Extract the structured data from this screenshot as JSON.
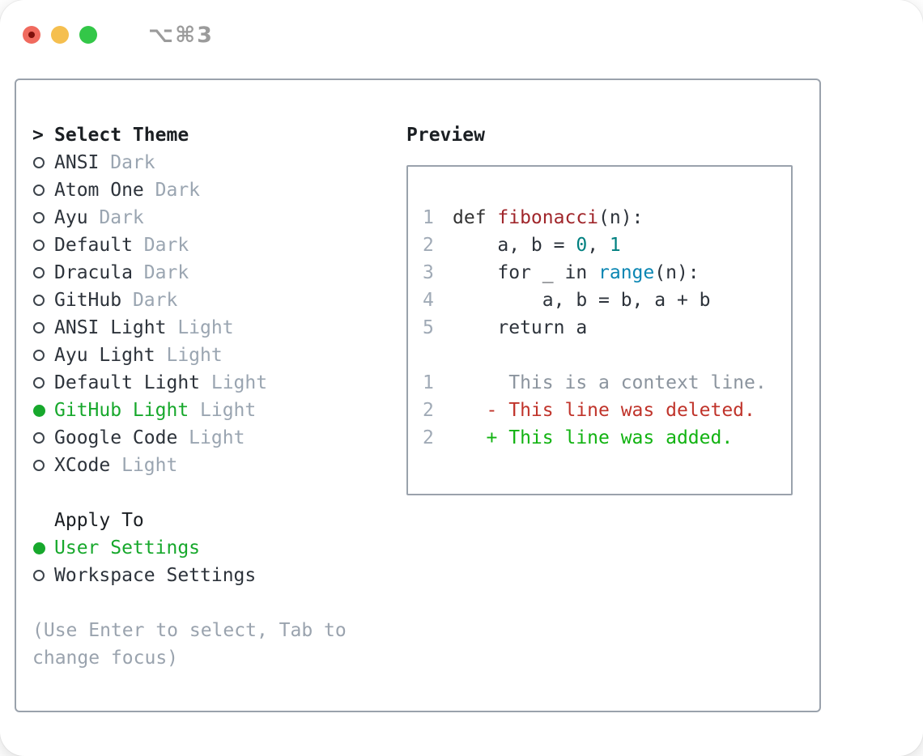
{
  "window": {
    "title": "⌥⌘3",
    "traffic_lights": [
      {
        "name": "close-button",
        "color": "#f06a5e",
        "focused": true
      },
      {
        "name": "minimize-button",
        "color": "#f5bf4f",
        "focused": false
      },
      {
        "name": "zoom-button",
        "color": "#33c748",
        "focused": false
      }
    ]
  },
  "theme_picker": {
    "prompt_marker": ">",
    "heading": "Select Theme",
    "items": [
      {
        "label": "ANSI",
        "tag": "Dark",
        "selected": false
      },
      {
        "label": "Atom One",
        "tag": "Dark",
        "selected": false
      },
      {
        "label": "Ayu",
        "tag": "Dark",
        "selected": false
      },
      {
        "label": "Default",
        "tag": "Dark",
        "selected": false
      },
      {
        "label": "Dracula",
        "tag": "Dark",
        "selected": false
      },
      {
        "label": "GitHub",
        "tag": "Dark",
        "selected": false
      },
      {
        "label": "ANSI Light",
        "tag": "Light",
        "selected": false
      },
      {
        "label": "Ayu Light",
        "tag": "Light",
        "selected": false
      },
      {
        "label": "Default Light",
        "tag": "Light",
        "selected": false
      },
      {
        "label": "GitHub Light",
        "tag": "Light",
        "selected": true
      },
      {
        "label": "Google Code",
        "tag": "Light",
        "selected": false
      },
      {
        "label": "XCode",
        "tag": "Light",
        "selected": false
      }
    ]
  },
  "apply_to": {
    "heading": "Apply To",
    "options": [
      {
        "label": "User Settings",
        "selected": true
      },
      {
        "label": "Workspace Settings",
        "selected": false
      }
    ]
  },
  "hint": "(Use Enter to select, Tab to change focus)",
  "preview": {
    "heading": "Preview",
    "lines": [
      {
        "num": "1",
        "segments": [
          {
            "t": "def ",
            "c": "keyword"
          },
          {
            "t": "fibonacci",
            "c": "title"
          },
          {
            "t": "(n):",
            "c": "plain"
          }
        ]
      },
      {
        "num": "2",
        "segments": [
          {
            "t": "    a, b = ",
            "c": "plain"
          },
          {
            "t": "0",
            "c": "number"
          },
          {
            "t": ", ",
            "c": "plain"
          },
          {
            "t": "1",
            "c": "number"
          }
        ]
      },
      {
        "num": "3",
        "segments": [
          {
            "t": "    for _ in ",
            "c": "plain"
          },
          {
            "t": "range",
            "c": "builtin"
          },
          {
            "t": "(n):",
            "c": "plain"
          }
        ]
      },
      {
        "num": "4",
        "segments": [
          {
            "t": "        a, b = b, a + b",
            "c": "plain"
          }
        ]
      },
      {
        "num": "5",
        "segments": [
          {
            "t": "    return a",
            "c": "plain"
          }
        ]
      },
      {
        "num": "",
        "segments": []
      },
      {
        "num": "1",
        "segments": [
          {
            "t": "     This is a context line.",
            "c": "context"
          }
        ]
      },
      {
        "num": "2",
        "segments": [
          {
            "t": "   - This line was deleted.",
            "c": "deleted"
          }
        ]
      },
      {
        "num": "2",
        "segments": [
          {
            "t": "   + This line was added.",
            "c": "added"
          }
        ]
      }
    ]
  },
  "colors": {
    "selected_green": "#17a82c",
    "added_green": "#12b312",
    "deleted_red": "#c0342b",
    "function_red": "#a0262b",
    "number_teal": "#008080",
    "builtin_blue": "#0a86b3",
    "tag_gray": "#9aa5b1",
    "hint_gray": "#9aa3ae",
    "border_gray": "#9aa2ac",
    "traffic_red": "#f06a5e",
    "traffic_yellow": "#f5bf4f",
    "traffic_green": "#33c748"
  }
}
